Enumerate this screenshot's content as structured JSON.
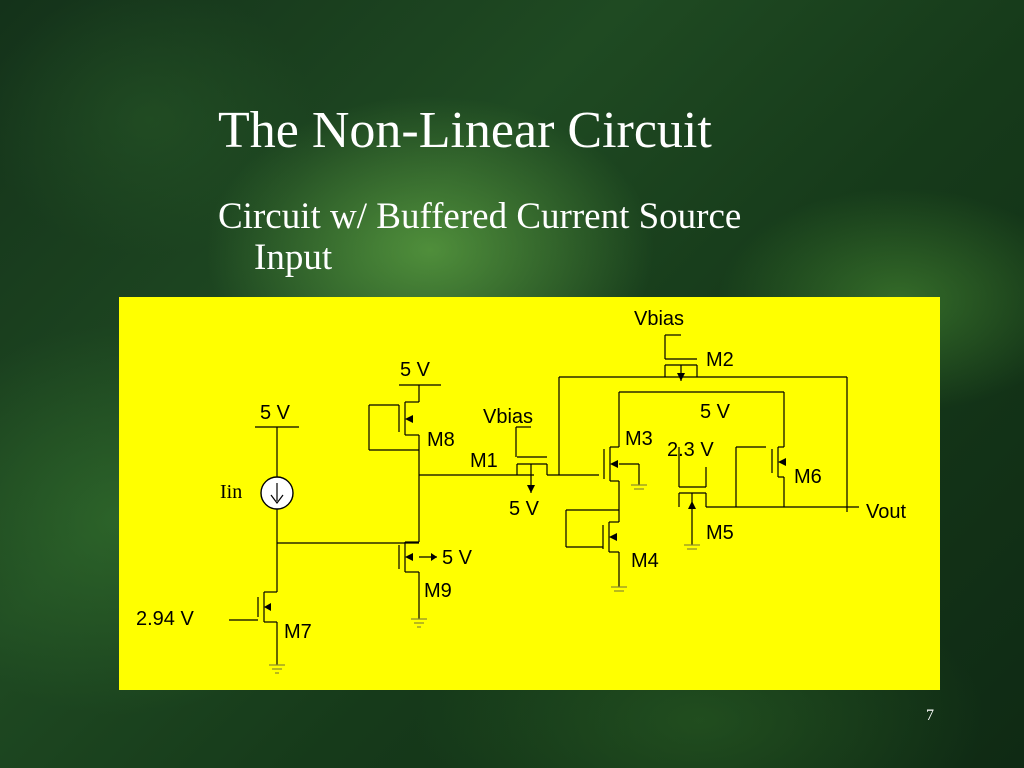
{
  "slide": {
    "title": "The Non-Linear Circuit",
    "subtitle_line1": "Circuit w/ Buffered Current Source",
    "subtitle_line2": "Input",
    "page_number": "7"
  },
  "diagram": {
    "background_color": "#ffff00",
    "labels": {
      "vbias_top": "Vbias",
      "m2": "M2",
      "v5_m8": "5 V",
      "v5_iin": "5 V",
      "vbias_m1": "Vbias",
      "v5_m2": "5 V",
      "m3": "M3",
      "v2_3": "2.3 V",
      "m8": "M8",
      "m1": "M1",
      "m6": "M6",
      "iin": "Iin",
      "v5_m1": "5 V",
      "vout": "Vout",
      "m5": "M5",
      "v5_m9": "5 V",
      "m4": "M4",
      "m9": "M9",
      "v2_94": "2.94 V",
      "m7": "M7"
    }
  }
}
